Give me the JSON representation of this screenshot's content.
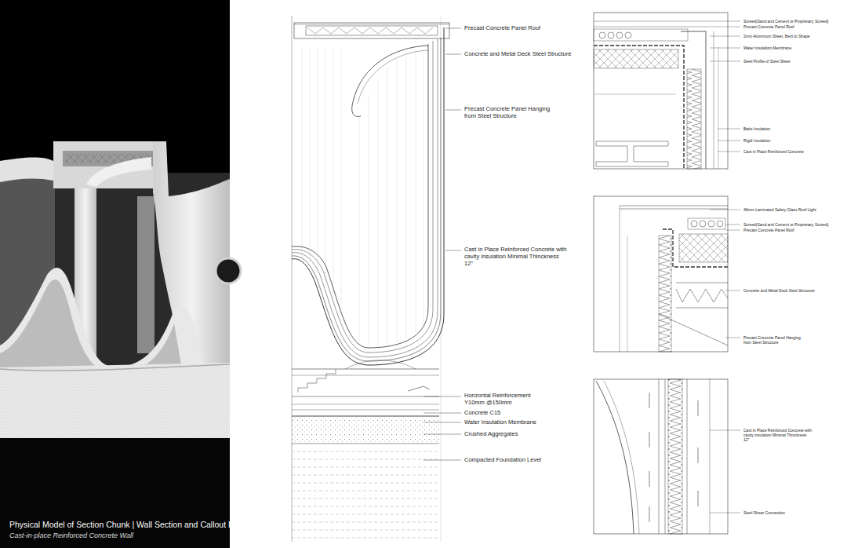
{
  "diagram": {
    "title": "Physical Model of Section Chunk | Wall Section and Callout Details",
    "caption": "Cast-in-place Reinforced Concrete Wall",
    "labels": [
      "Precast Concrete Panel Roof",
      "Concrete and Metal Deck Steel Structure",
      "Precast Concrete Panel Hanging from Steel Structure",
      "Cast in Place Reinforced Concrete with cavity insulation Minimal Thinckness 12\"",
      "Horizontal Reinforcement Y10mm @150mm",
      "Concrete C15",
      "Water Insulation Membrane",
      "Crushed Aggregates",
      "Compacted Foundation Level",
      "Screed(Sand and Cement or Proprietary Screed)",
      "Precast Concrete Panel Roof",
      "2mm Aluminium Sheet, Bent to Shape",
      "Water Insulation Membrane",
      "Steel Profile of Steel Sheet",
      "Batts Insulation",
      "Rigid Insulation",
      "Cast in Place Reinforced Concrete",
      "46mm Laminated Safety Glass Roof Light",
      "Screed(Sand and Cement or Proprietary Screed)",
      "Precast Concrete Panel Roof",
      "Concrete and Metal Deck Steel Structure",
      "Precast Concrete Panel Hanging from Steel Structure",
      "Cast in Place Reinforced Concrete with cavity insulation Minimal Thinckness 12\"",
      "Steel Shear Connection"
    ]
  }
}
